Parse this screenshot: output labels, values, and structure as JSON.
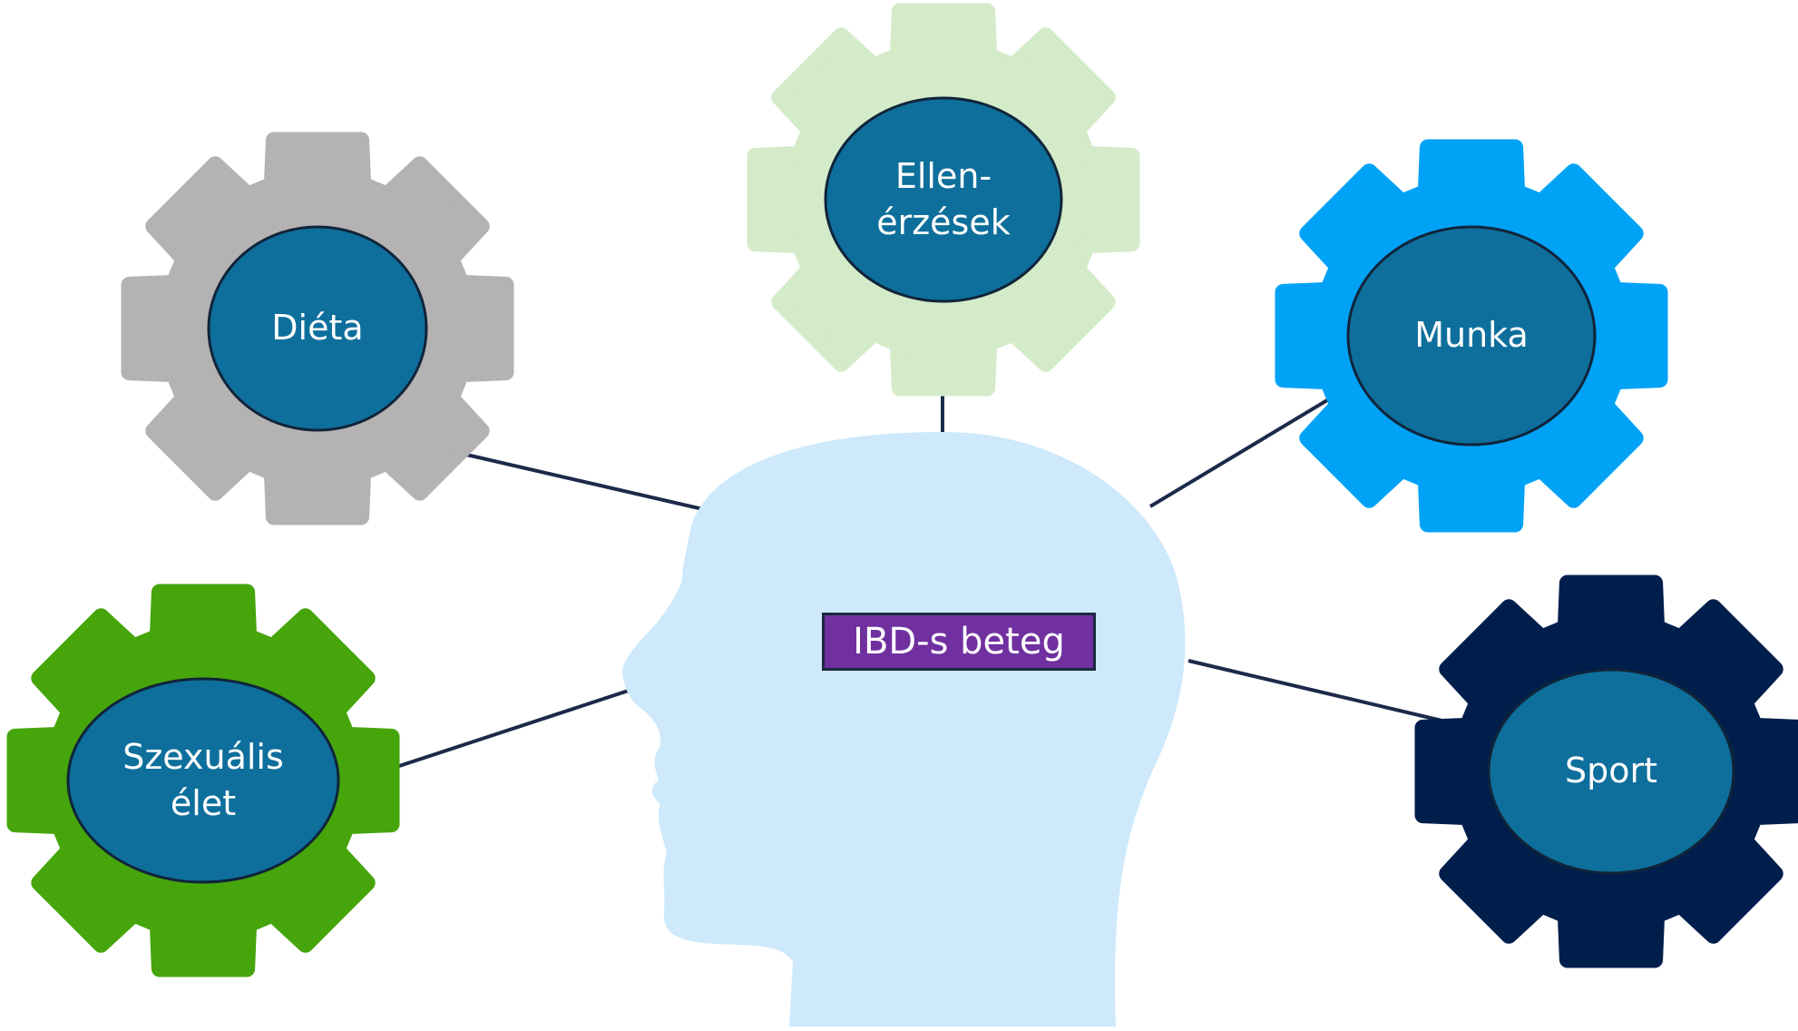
{
  "colors": {
    "connector": "#1c2a4a",
    "head": "#cde9fb",
    "badge_fill": "#0e6f9c",
    "badge_stroke": "#10243a",
    "center_box": "#7030a0"
  },
  "center": {
    "label": "IBD-s beteg"
  },
  "gears": [
    {
      "id": "dieta",
      "label": "Diéta",
      "color": "#b4b2b2"
    },
    {
      "id": "ellenerzesek",
      "label": "Ellen-\nérzések",
      "color": "#d3ebc8"
    },
    {
      "id": "munka",
      "label": "Munka",
      "color": "#00a2f6"
    },
    {
      "id": "szexualis-elet",
      "label": "Szexuális\nélet",
      "color": "#45a50a"
    },
    {
      "id": "sport",
      "label": "Sport",
      "color": "#001e4c"
    }
  ]
}
